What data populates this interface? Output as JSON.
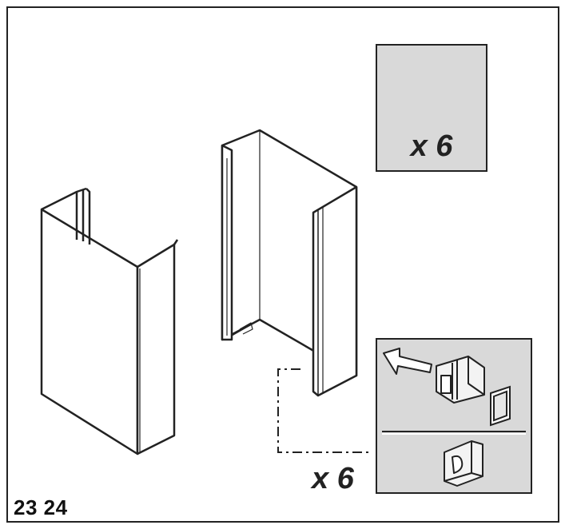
{
  "figure_numbers": "23 24",
  "clip_box": {
    "quantity": "x 6"
  },
  "step_box": {
    "quantity": "x 6"
  }
}
